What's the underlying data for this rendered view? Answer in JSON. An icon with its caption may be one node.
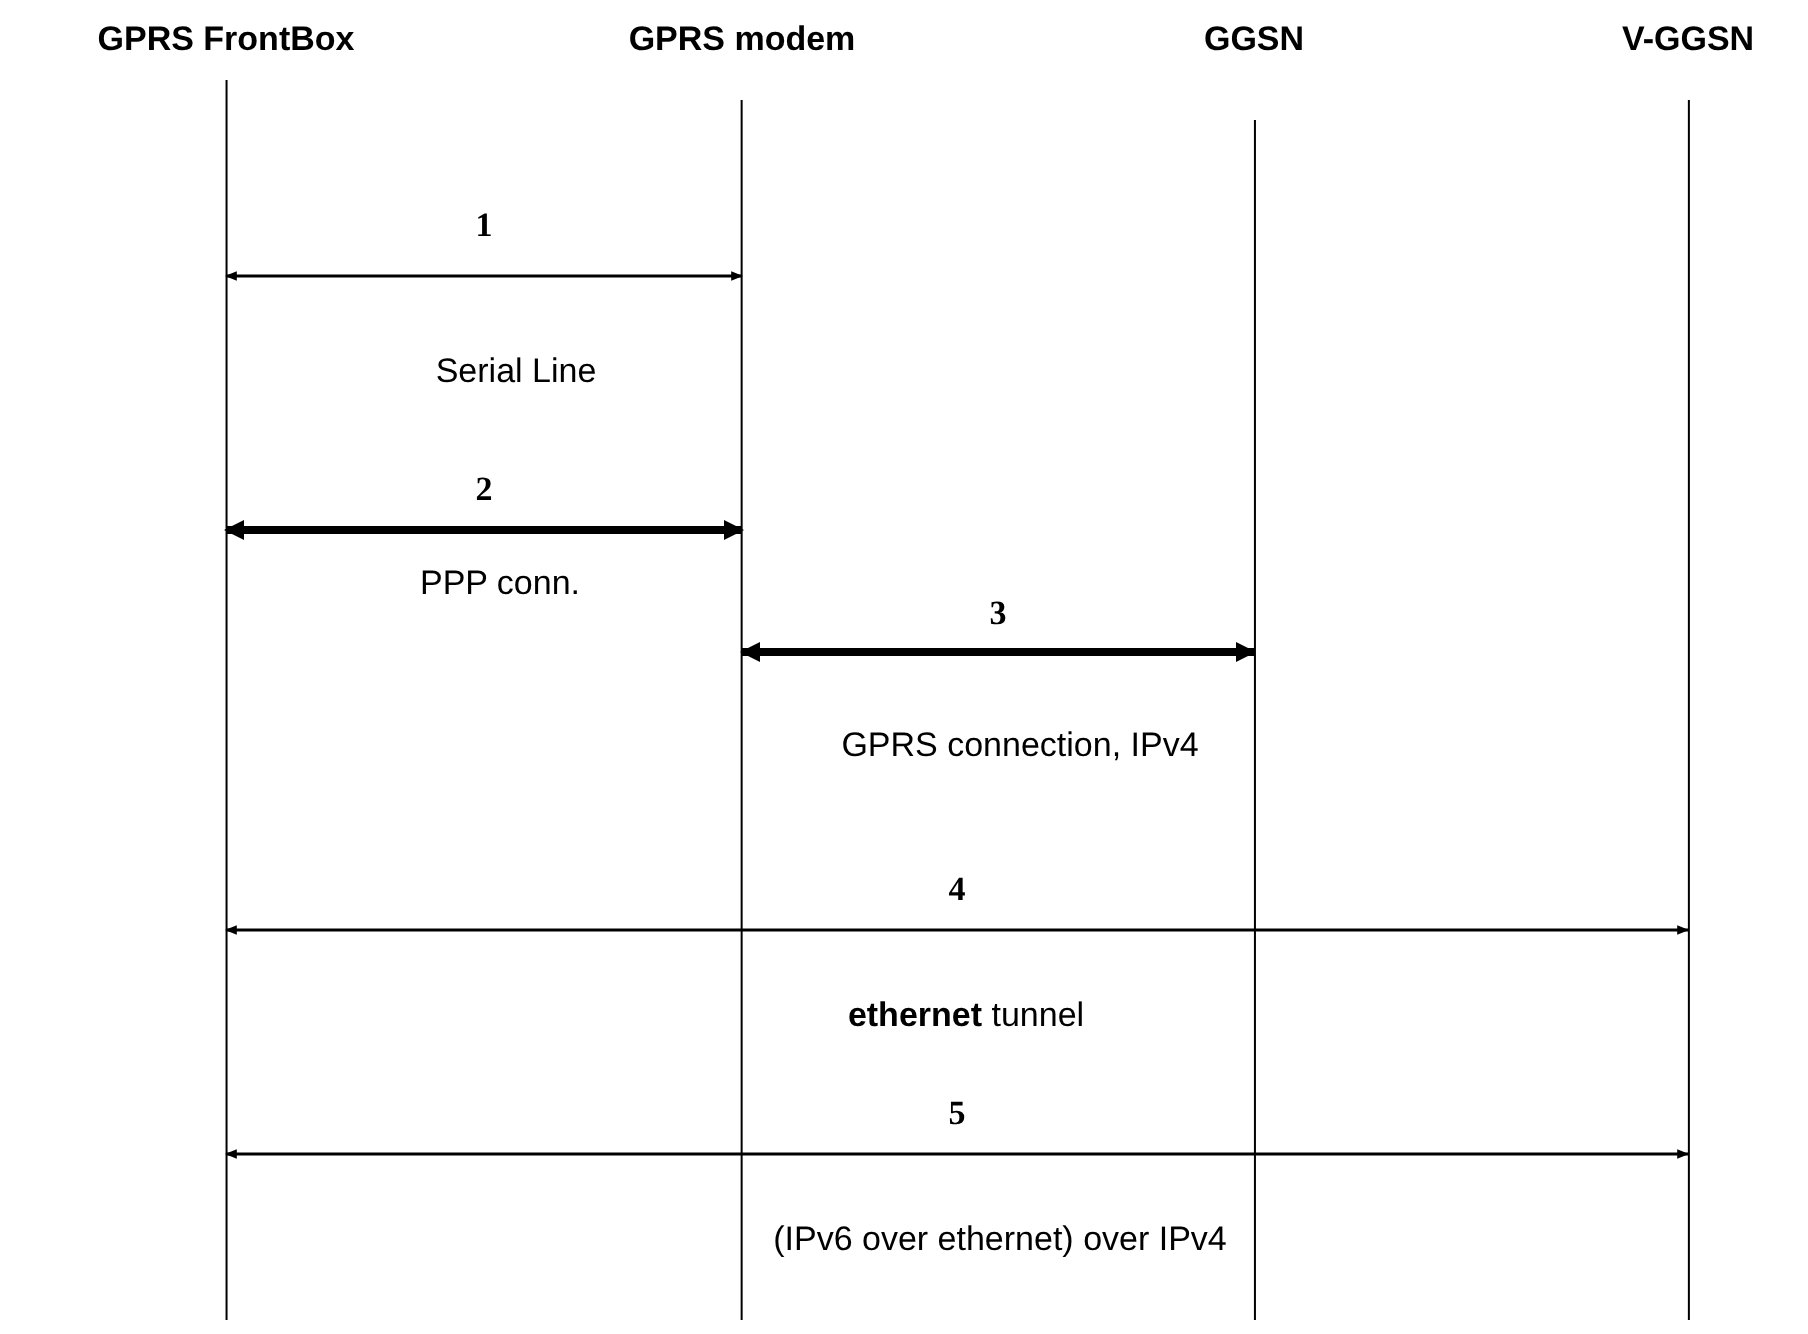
{
  "diagram": {
    "nodes": [
      {
        "text": [
          "GPRS FrontBox"
        ]
      },
      {
        "text": [
          "GPRS modem"
        ]
      },
      {
        "text": [
          "GGSN"
        ]
      },
      {
        "text": [
          "V-GGSN"
        ]
      }
    ],
    "edges": [
      {
        "from": 0,
        "to": 1,
        "arrow": "both",
        "label": "1"
      },
      {
        "from": 0,
        "to": 1,
        "arrow": "both",
        "label": "2",
        "style": "thick"
      },
      {
        "from": 1,
        "to": 2,
        "arrow": "both",
        "label": "3",
        "style": "thick"
      },
      {
        "from": 0,
        "to": 3,
        "arrow": "both",
        "label": "4"
      },
      {
        "from": 0,
        "to": 3,
        "arrow": "both",
        "label": "5"
      }
    ],
    "labels": [
      "Serial Line",
      "PPP conn.",
      "GPRS connection, IPv4",
      "**ethernet** tunnel",
      "(IPv6 over ethernet) over IPv4"
    ]
  }
}
